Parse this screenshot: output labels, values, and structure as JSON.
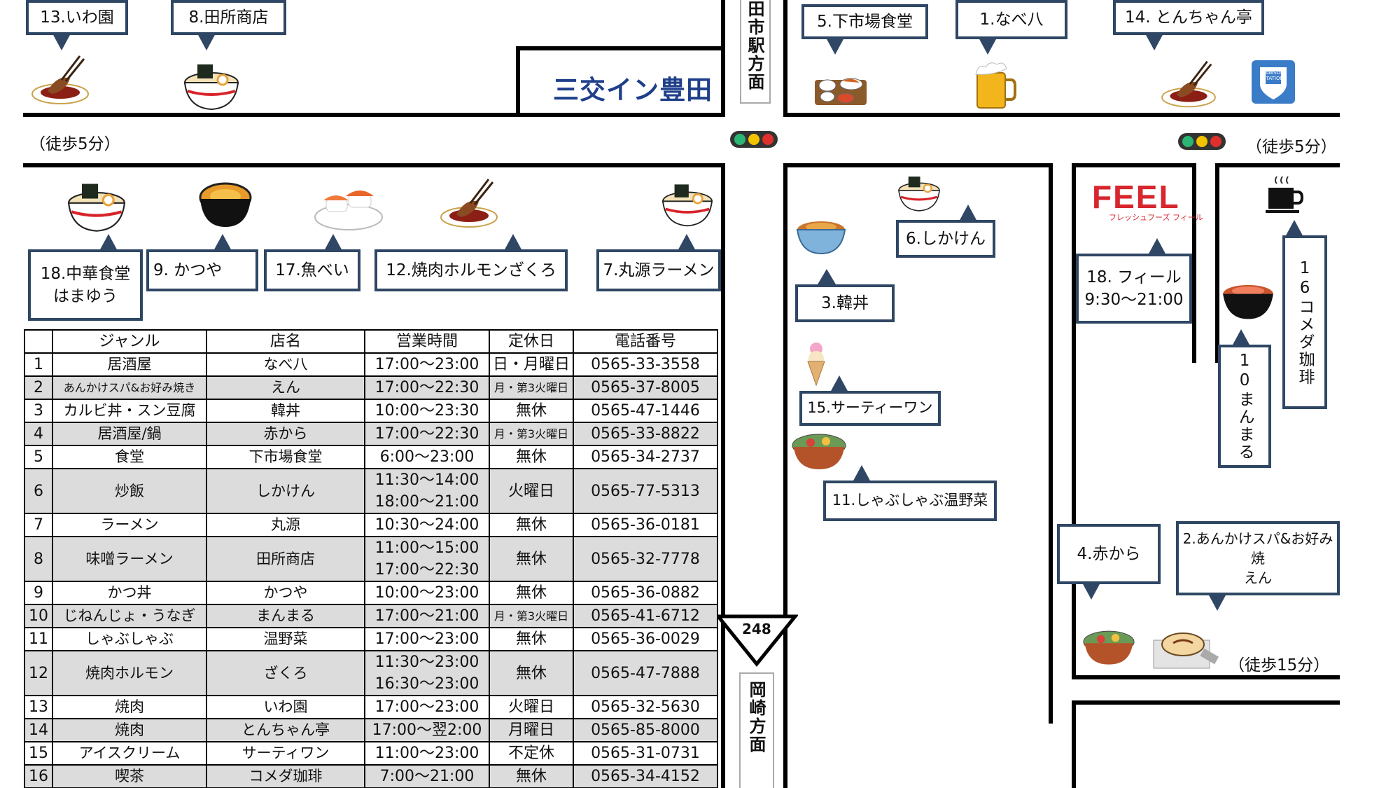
{
  "map": {
    "hotel_name": "三交イン豊田",
    "station_direction": "田市駅方面",
    "okazaki_direction": "岡崎方面",
    "route_number": "248",
    "walk_left": "（徒歩5分）",
    "walk_right": "（徒歩5分）",
    "walk_far": "（徒歩15分）",
    "colors": {
      "road": "#000000",
      "bubble_border": "#2f4764",
      "hotel_text": "#1f3f8a",
      "feel_red": "#d7262e"
    },
    "labels": {
      "iwaen": "13.いわ園",
      "tadokoro": "8.田所商店",
      "shimoichiba": "5.下市場食堂",
      "nabehachi": "1.なべ八",
      "tonchan": "14. とんちゃん亭",
      "hamayuu": "18.中華食堂\nはまゆう",
      "katsuya": "9.  かつや",
      "uobei": "17.魚べい",
      "zakuro": "12.焼肉ホルモンざくろ",
      "marugen": "7.丸源ラーメン",
      "shikaken": "6.しかけん",
      "kandon": "3.韓丼",
      "thirtyone": "15.サーティーワン",
      "onyasai": "11.しゃぶしゃぶ温野菜",
      "feel": "18. フィール\n9:30〜21:00",
      "manmaru": "10まんまる",
      "komeda": "16コメダ珈琲",
      "akakara": "4.赤から",
      "en": "2.あんかけスパ&お好み焼\nえん"
    },
    "feel_logo": "FEEL",
    "feel_sub": "フレッシュフーズ フィール",
    "lawson": "LAWSON STATION",
    "icons": [
      "yakiniku-plate-icon",
      "ramen-bowl-icon",
      "set-meal-icon",
      "beer-mug-icon",
      "lawson-icon",
      "traffic-signal-icon",
      "katsudon-icon",
      "sushi-icon",
      "gyudon-icon",
      "ice-cream-icon",
      "hot-pot-icon",
      "coffee-cup-icon",
      "okonomiyaki-icon"
    ]
  },
  "table": {
    "headers": [
      "",
      "ジャンル",
      "店名",
      "営業時間",
      "定休日",
      "電話番号"
    ],
    "rows": [
      {
        "no": "1",
        "genre": "居酒屋",
        "name": "なべ八",
        "hours": "17:00〜23:00",
        "closed": "日・月曜日",
        "tel": "0565-33-3558"
      },
      {
        "no": "2",
        "genre": "あんかけスパ&お好み焼き",
        "name": "えん",
        "hours": "17:00〜22:30",
        "closed": "月・第3火曜日",
        "tel": "0565-37-8005"
      },
      {
        "no": "3",
        "genre": "カルビ丼・スン豆腐",
        "name": "韓丼",
        "hours": "10:00〜23:30",
        "closed": "無休",
        "tel": "0565-47-1446"
      },
      {
        "no": "4",
        "genre": "居酒屋/鍋",
        "name": "赤から",
        "hours": "17:00〜22:30",
        "closed": "月・第3火曜日",
        "tel": "0565-33-8822"
      },
      {
        "no": "5",
        "genre": "食堂",
        "name": "下市場食堂",
        "hours": "6:00〜23:00",
        "closed": "無休",
        "tel": "0565-34-2737"
      },
      {
        "no": "6",
        "genre": "炒飯",
        "name": "しかけん",
        "hours": "11:30〜14:00",
        "hours2": "18:00〜21:00",
        "closed": "火曜日",
        "tel": "0565-77-5313"
      },
      {
        "no": "7",
        "genre": "ラーメン",
        "name": "丸源",
        "hours": "10:30〜24:00",
        "closed": "無休",
        "tel": "0565-36-0181"
      },
      {
        "no": "8",
        "genre": "味噌ラーメン",
        "name": "田所商店",
        "hours": "11:00〜15:00",
        "hours2": "17:00〜22:30",
        "closed": "無休",
        "tel": "0565-32-7778"
      },
      {
        "no": "9",
        "genre": "かつ丼",
        "name": "かつや",
        "hours": "10:00〜23:00",
        "closed": "無休",
        "tel": "0565-36-0882"
      },
      {
        "no": "10",
        "genre": "じねんじょ・うなぎ",
        "name": "まんまる",
        "hours": "17:00〜21:00",
        "closed": "月・第3火曜日",
        "tel": "0565-41-6712"
      },
      {
        "no": "11",
        "genre": "しゃぶしゃぶ",
        "name": "温野菜",
        "hours": "17:00〜23:00",
        "closed": "無休",
        "tel": "0565-36-0029"
      },
      {
        "no": "12",
        "genre": "焼肉ホルモン",
        "name": "ざくろ",
        "hours": "11:30〜23:00",
        "hours2": "16:30〜23:00",
        "closed": "無休",
        "tel": "0565-47-7888"
      },
      {
        "no": "13",
        "genre": "焼肉",
        "name": "いわ園",
        "hours": "17:00〜23:00",
        "closed": "火曜日",
        "tel": "0565-32-5630"
      },
      {
        "no": "14",
        "genre": "焼肉",
        "name": "とんちゃん亭",
        "hours": "17:00〜翌2:00",
        "closed": "月曜日",
        "tel": "0565-85-8000"
      },
      {
        "no": "15",
        "genre": "アイスクリーム",
        "name": "サーティワン",
        "hours": "11:00〜23:00",
        "closed": "不定休",
        "tel": "0565-31-0731"
      },
      {
        "no": "16",
        "genre": "喫茶",
        "name": "コメダ珈琲",
        "hours": "7:00〜21:00",
        "closed": "無休",
        "tel": "0565-34-4152"
      }
    ]
  }
}
